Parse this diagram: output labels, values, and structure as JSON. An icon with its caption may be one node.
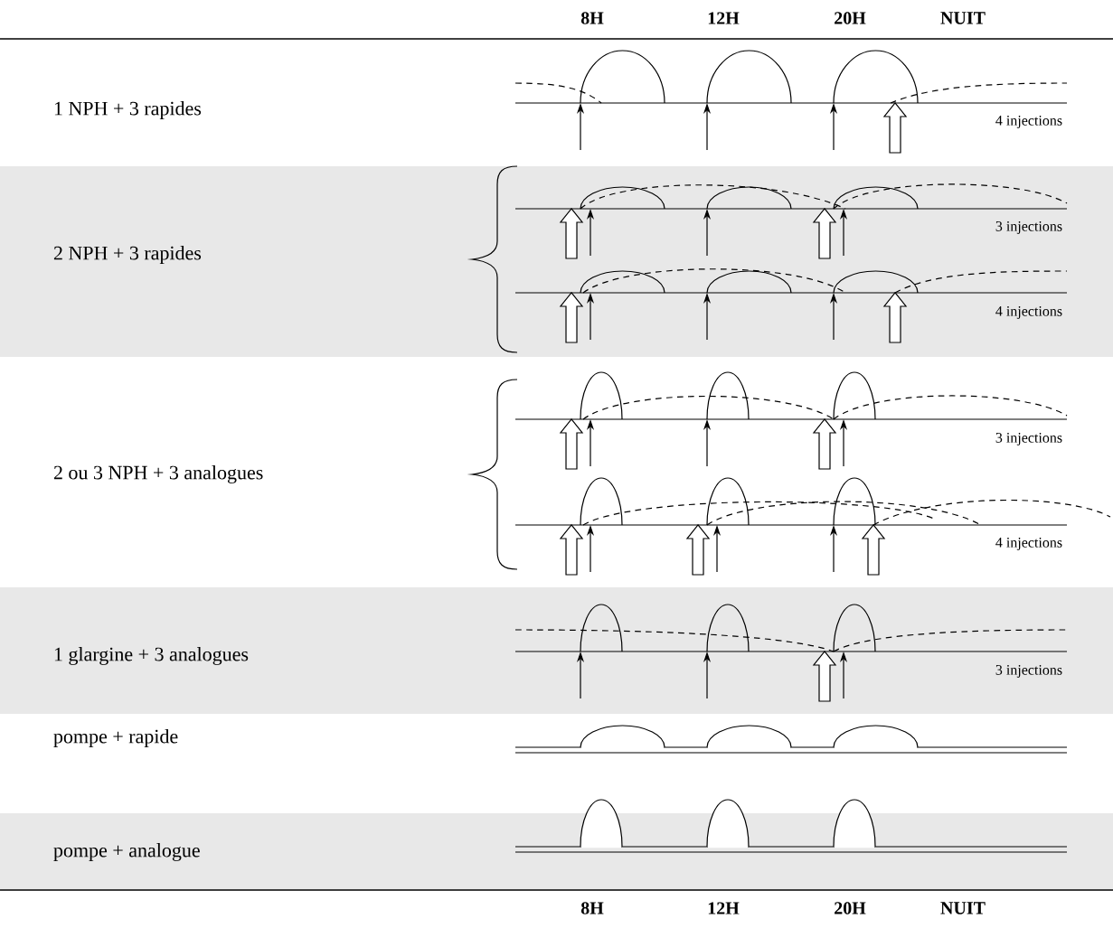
{
  "diagram": {
    "labels": [
      "8H",
      "12H",
      "20H",
      "NUIT",
      "1 NPH + 3 rapides",
      "4 injections",
      "2 NPH + 3 rapides",
      "3 injections",
      "4 injections",
      "2 ou 3 NPH + 3 analogues",
      "3 injections",
      "4 injections",
      "1 glargine + 3 analogues",
      "3 injections",
      "pompe + rapide",
      "pompe + analogue",
      "8H",
      "12H",
      "20H",
      "NUIT"
    ]
  }
}
